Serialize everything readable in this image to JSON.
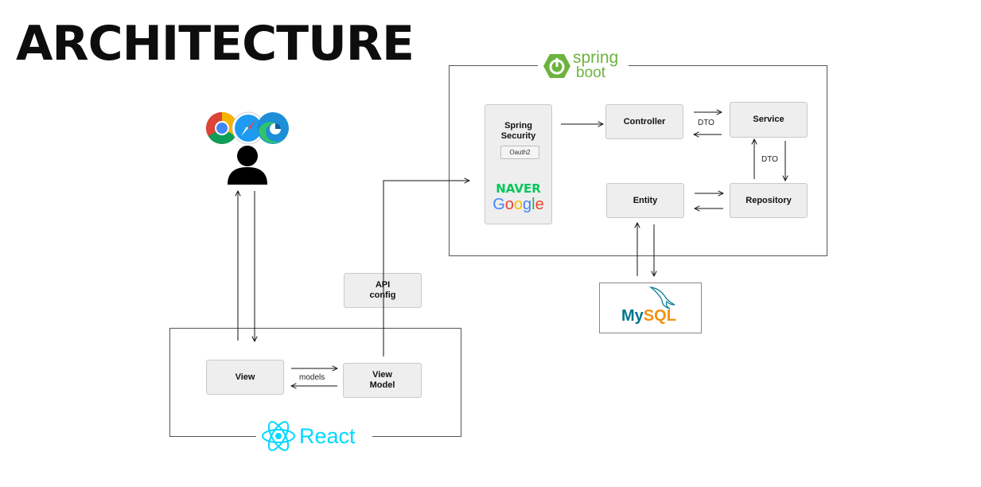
{
  "title": "ARCHITECTURE",
  "spring_logo": {
    "line1": "spring",
    "line2": "boot",
    "color": "#6db33f"
  },
  "react_logo": {
    "label": "React",
    "color": "#00d8ff"
  },
  "nodes": {
    "spring_security": "Spring Security",
    "oauth2": "Oauth2",
    "controller": "Controller",
    "service": "Service",
    "entity": "Entity",
    "repository": "Repository",
    "api_config": "API config",
    "view": "View",
    "view_model": "View Model"
  },
  "providers": {
    "naver": "NAVER",
    "naver_color": "#03c75a",
    "google": [
      "G",
      "o",
      "o",
      "g",
      "l",
      "e"
    ],
    "google_colors": [
      "#4285f4",
      "#ea4335",
      "#fbbc05",
      "#4285f4",
      "#34a853",
      "#ea4335"
    ]
  },
  "mysql": {
    "my": "My",
    "sql": "SQL",
    "my_color": "#00758f",
    "sql_color": "#f29111"
  },
  "edge_labels": {
    "dto_controller_service": "DTO",
    "dto_service_repository": "DTO",
    "models": "models"
  },
  "icons": [
    "chrome-icon",
    "safari-icon",
    "edge-icon",
    "user-icon",
    "spring-power-icon",
    "react-atom-icon",
    "mysql-dolphin-icon"
  ]
}
